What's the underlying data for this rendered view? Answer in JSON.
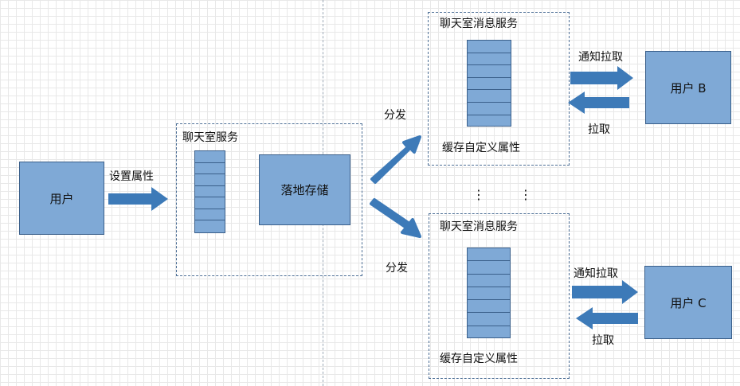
{
  "user_a": "用户",
  "set_attr": "设置属性",
  "chat_service": "聊天室服务",
  "storage": "落地存储",
  "dispatch_top": "分发",
  "dispatch_bottom": "分发",
  "msg_service_top": {
    "title": "聊天室消息服务",
    "cache": "缓存自定义属性"
  },
  "msg_service_bottom": {
    "title": "聊天室消息服务",
    "cache": "缓存自定义属性"
  },
  "user_b": {
    "label": "用户 B",
    "notify": "通知拉取",
    "pull": "拉取"
  },
  "user_c": {
    "label": "用户 C",
    "notify": "通知拉取",
    "pull": "拉取"
  },
  "ellipsis": [
    "⋮",
    "⋮"
  ],
  "colors": {
    "box_fill": "#7fa9d6",
    "box_border": "#3a5f8a",
    "arrow": "#3d7ab8",
    "dashed_border": "#4d6f96"
  }
}
